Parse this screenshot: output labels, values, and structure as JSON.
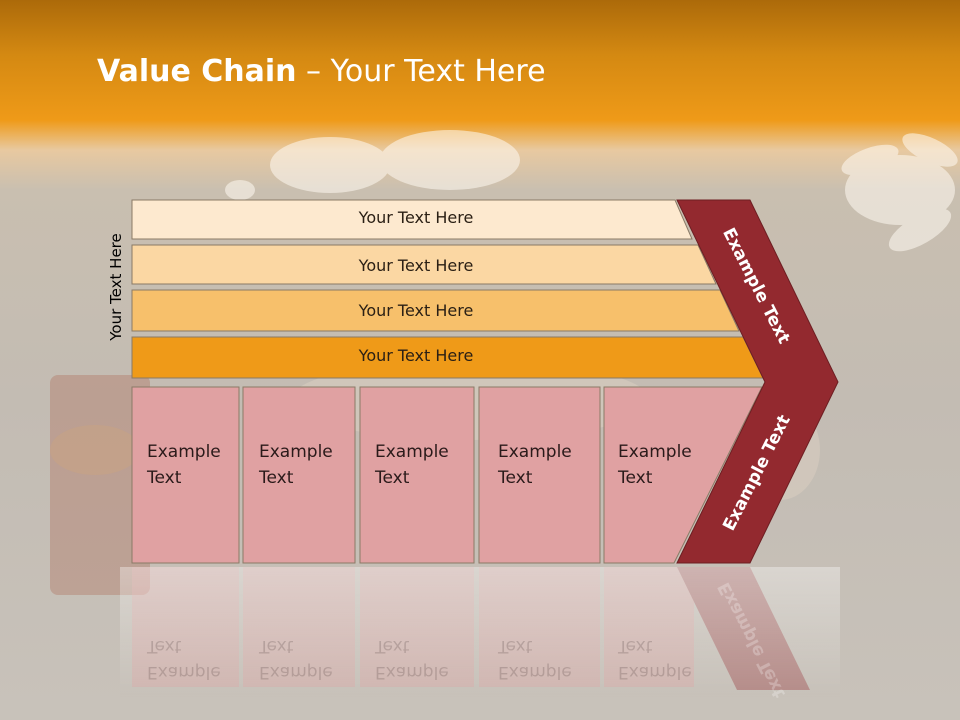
{
  "slide": {
    "title_bold": "Value Chain",
    "title_rest": " – Your Text Here",
    "side_label": "Your Text Here"
  },
  "bands": [
    "Your Text Here",
    "Your Text Here",
    "Your Text Here",
    "Your Text Here"
  ],
  "cells": [
    {
      "line1": "Example",
      "line2": "Text"
    },
    {
      "line1": "Example",
      "line2": "Text"
    },
    {
      "line1": "Example",
      "line2": "Text"
    },
    {
      "line1": "Example",
      "line2": "Text"
    },
    {
      "line1": "Example",
      "line2": "Text"
    }
  ],
  "chevron": {
    "upper": "Example Text",
    "lower": "Example Text",
    "reflection": "Example Text"
  },
  "colors": {
    "band1": "#fde9cf",
    "band2": "#fbd7a3",
    "band3": "#f7c06b",
    "band4": "#ef9a18",
    "cell": "#e0a1a2",
    "chevron": "#93292f"
  }
}
